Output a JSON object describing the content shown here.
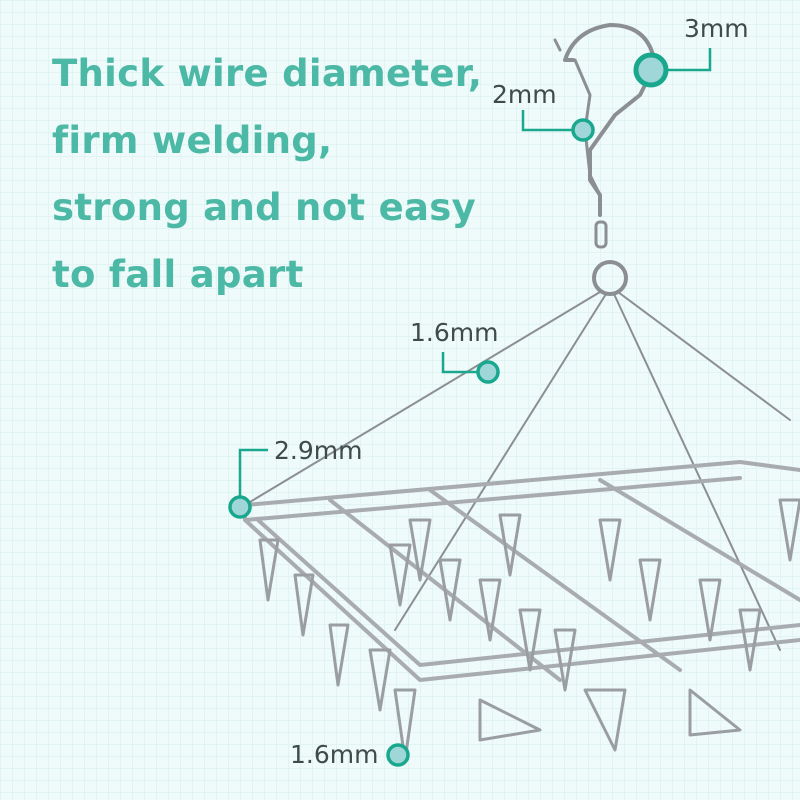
{
  "headline": {
    "lines": [
      "Thick wire diameter,",
      "firm welding,",
      "strong and not easy",
      "to fall apart"
    ]
  },
  "labels": {
    "hook": "3mm",
    "hook_inner": "2mm",
    "suspension_wire": "1.6mm",
    "frame": "2.9mm",
    "clip": "1.6mm"
  },
  "colors": {
    "accent": "#4cb8a6",
    "marker_ring": "#19a88d",
    "marker_fill": "#9fd6d8",
    "background": "#effafa"
  }
}
